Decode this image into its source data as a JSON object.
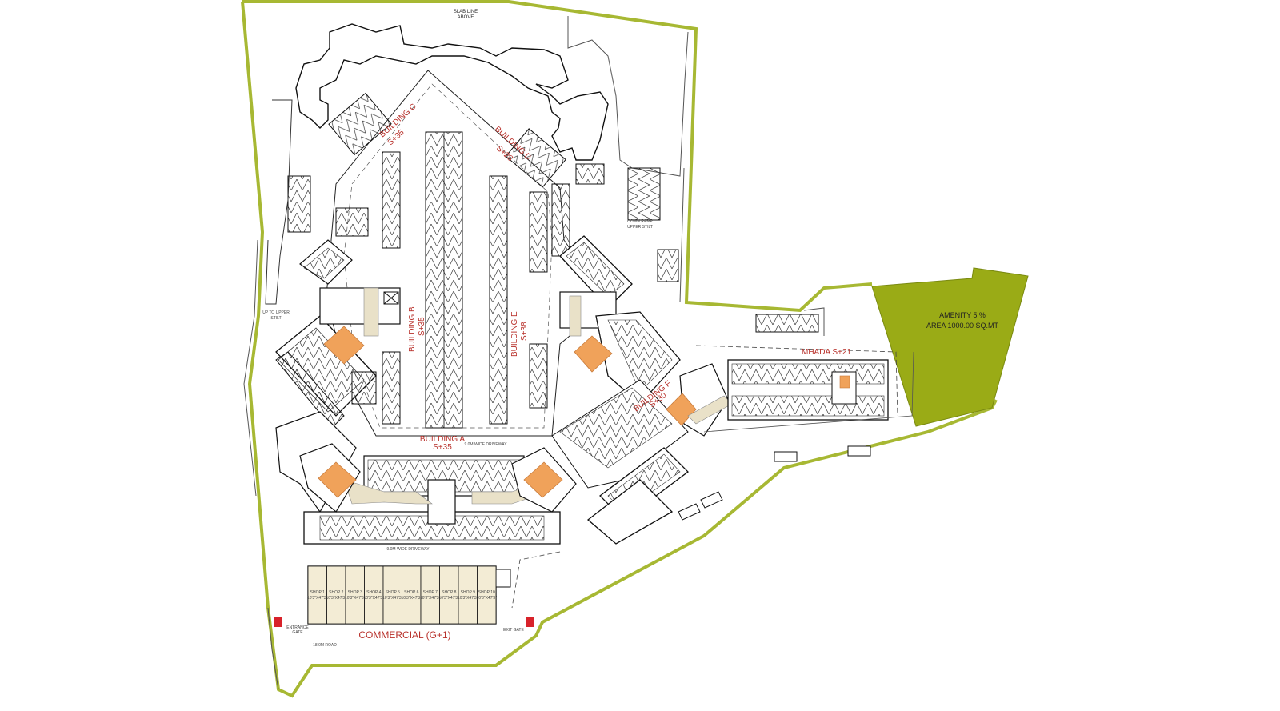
{
  "colors": {
    "boundary": "#a7b833",
    "amenity_fill": "#9aab16",
    "lobby_fill": "#f0a25a",
    "shop_fill": "#f3ecd5",
    "corridor_fill": "#e9e1c8",
    "gate_red": "#d8222a",
    "label_red": "#b8302a",
    "line": "#111111"
  },
  "labels": {
    "slab_line": [
      "SLAB LINE",
      "ABOVE"
    ],
    "building_a": {
      "name": "BUILDING A",
      "floors": "S+35"
    },
    "building_b": {
      "name": "BUILDING B",
      "floors": "S+35"
    },
    "building_c": {
      "name": "BUILDING C",
      "floors": "S+35"
    },
    "building_d": {
      "name": "BUILDING D",
      "floors": "S+28"
    },
    "building_e": {
      "name": "BUILDING E",
      "floors": "S+38"
    },
    "building_f": {
      "name": "BUILDING F",
      "floors": "S+30"
    },
    "mhada": "MHADA S+21",
    "amenity": {
      "line1": "AMENITY 5 %",
      "line2": "AREA 1000.00 SQ.MT"
    },
    "commercial": "COMMERCIAL (G+1)",
    "down_ramp": [
      "DOWN RAMP",
      "UPPER STILT"
    ],
    "up_ramp": [
      "UP TO UPPER",
      "STILT"
    ],
    "entrance_gate": [
      "ENTRANCE",
      "GATE"
    ],
    "exit_gate": "EXIT GATE",
    "driveway": "9.0M WIDE DRIVEWAY",
    "road": "18.0M ROAD"
  },
  "shops": [
    {
      "name": "SHOP 1",
      "size": "10'3\"X47'3\""
    },
    {
      "name": "SHOP 2",
      "size": "10'3\"X47'3\""
    },
    {
      "name": "SHOP 3",
      "size": "10'3\"X47'3\""
    },
    {
      "name": "SHOP 4",
      "size": "10'3\"X47'3\""
    },
    {
      "name": "SHOP 5",
      "size": "10'3\"X47'3\""
    },
    {
      "name": "SHOP 6",
      "size": "10'3\"X47'3\""
    },
    {
      "name": "SHOP 7",
      "size": "10'3\"X47'3\""
    },
    {
      "name": "SHOP 8",
      "size": "10'3\"X47'3\""
    },
    {
      "name": "SHOP 9",
      "size": "10'3\"X47'3\""
    },
    {
      "name": "SHOP 10",
      "size": "10'3\"X47'3\""
    }
  ]
}
